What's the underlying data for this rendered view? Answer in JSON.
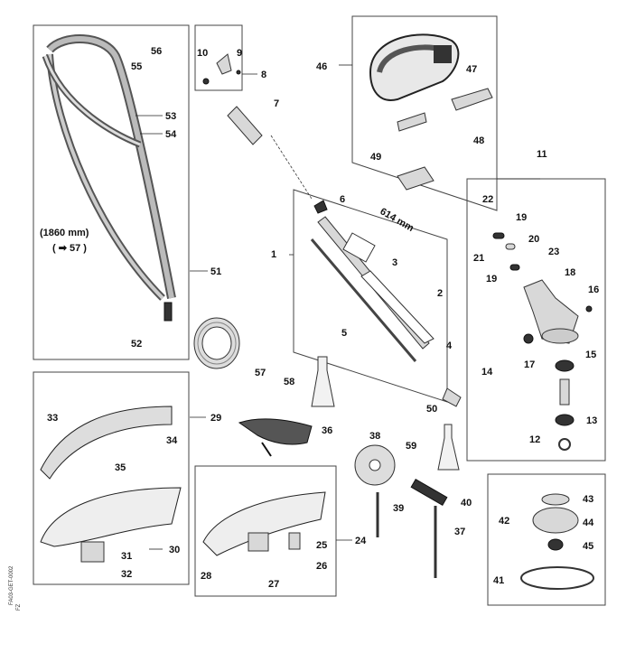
{
  "part_numbers": {
    "p1": "1",
    "p2": "2",
    "p3": "3",
    "p4": "4",
    "p5": "5",
    "p6": "6",
    "p7": "7",
    "p8": "8",
    "p9": "9",
    "p10": "10",
    "p11": "11",
    "p12": "12",
    "p13": "13",
    "p14": "14",
    "p15": "15",
    "p16": "16",
    "p17": "17",
    "p18": "18",
    "p19a": "19",
    "p19b": "19",
    "p20": "20",
    "p21": "21",
    "p22": "22",
    "p23": "23",
    "p24": "24",
    "p25": "25",
    "p26": "26",
    "p27": "27",
    "p28": "28",
    "p29": "29",
    "p30": "30",
    "p31": "31",
    "p32": "32",
    "p33": "33",
    "p34": "34",
    "p35": "35",
    "p36": "36",
    "p37": "37",
    "p38": "38",
    "p39": "39",
    "p40": "40",
    "p41": "41",
    "p42": "42",
    "p43": "43",
    "p44": "44",
    "p45": "45",
    "p46": "46",
    "p47": "47",
    "p48": "48",
    "p49": "49",
    "p50": "50",
    "p51": "51",
    "p52": "52",
    "p53": "53",
    "p54": "54",
    "p55": "55",
    "p56": "56",
    "p57": "57",
    "p58": "58",
    "p59": "59"
  },
  "annotations": {
    "strap_length": "(1860 mm)",
    "strap_ref": "( ➡ 57 )",
    "tube_length": "614 mm"
  },
  "footer_code": "FA03-GET-0002",
  "footer_sub": "FZ"
}
